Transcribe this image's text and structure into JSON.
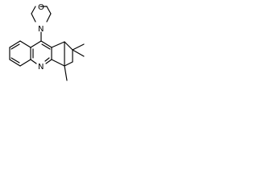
{
  "molecule": {
    "atoms": {
      "morpholine_oxygen": "O",
      "morpholine_nitrogen": "N",
      "ring_nitrogen": "N"
    },
    "colors": {
      "bond": "#000000",
      "label": "#000000",
      "background": "#ffffff"
    }
  }
}
